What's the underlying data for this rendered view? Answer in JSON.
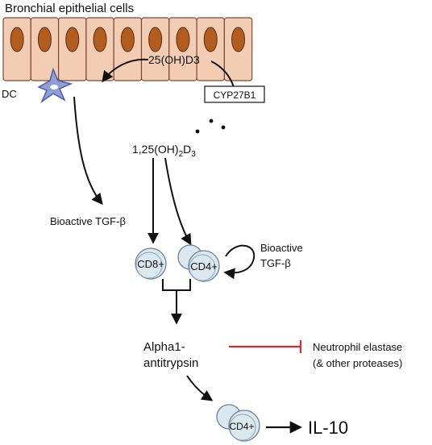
{
  "title": "Bronchial epithelial cells",
  "labels": {
    "dc": "DC",
    "precursor": "25(OH)D3",
    "enzyme": "CYP27B1",
    "active_main": "1,25(OH)",
    "active_sub1": "2",
    "active_mid": "D",
    "active_sub2": "3",
    "tgf_left": "Bioactive TGF-β",
    "tgf_right_1": "Bioactive",
    "tgf_right_2": "TGF-β",
    "cd8": "CD8+",
    "cd4_top": "CD4+",
    "aat_1": "Alpha1-",
    "aat_2": "antitrypsin",
    "ne_1": "Neutrophil elastase",
    "ne_2": "(& other proteases)",
    "cd4_bottom": "CD4+",
    "il10": "IL-10"
  },
  "colors": {
    "cell_fill": "#f2ccb3",
    "cell_stroke": "#7a4a38",
    "nucleus": "#b25d1e",
    "dc_fill": "#8f9fd6",
    "tcell_fill": "#dbe8f0",
    "tcell_stroke": "#6a8193",
    "inhibit": "#d62b2b",
    "arrow": "#111111"
  }
}
